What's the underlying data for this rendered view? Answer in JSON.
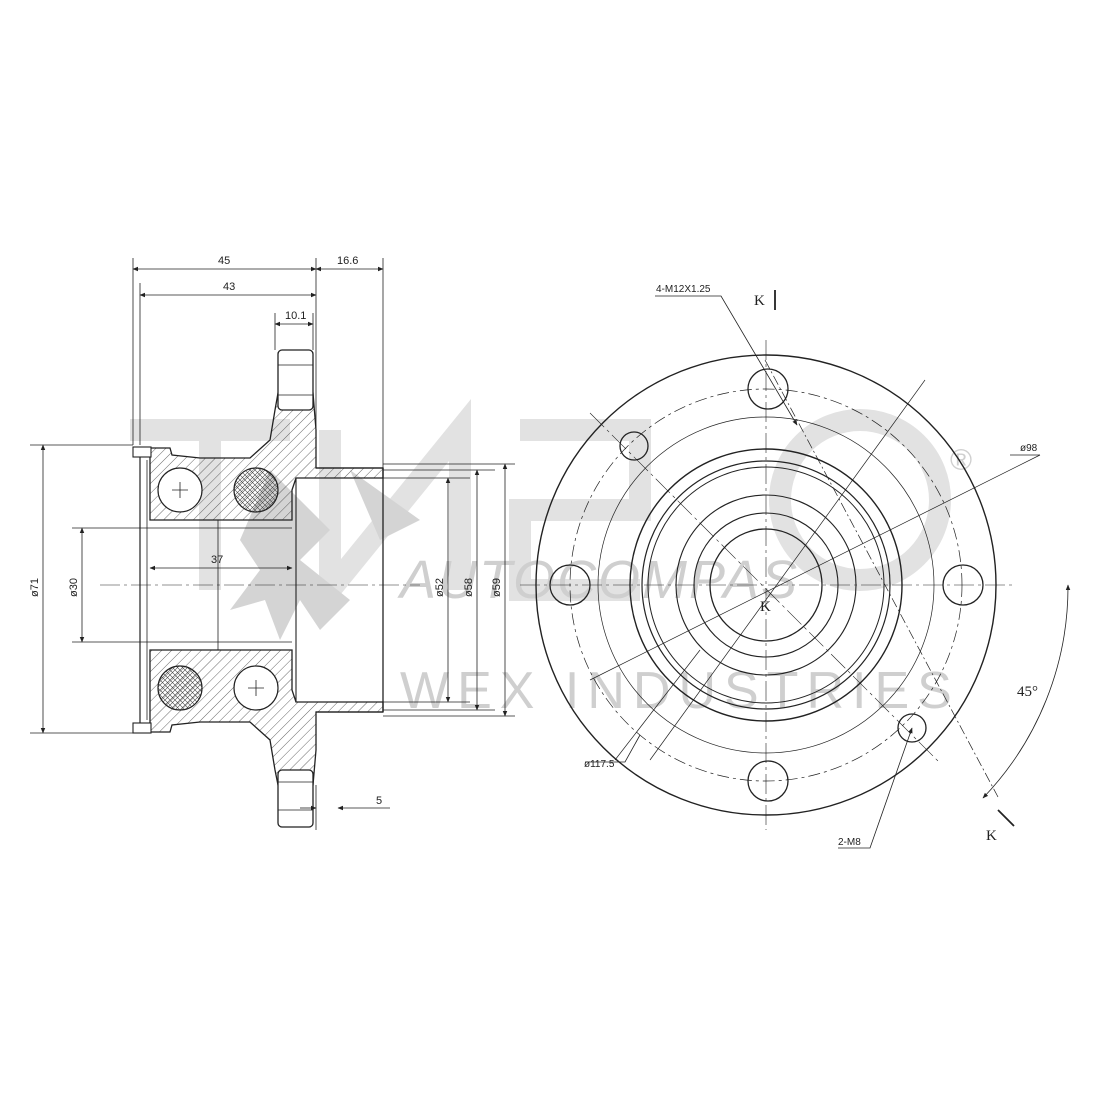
{
  "watermark": {
    "brand": "AUTOCOMPAS",
    "sub": "WEX INDUSTRIES",
    "registered": "®"
  },
  "side_view": {
    "dims": {
      "d45": "45",
      "d16_6": "16.6",
      "d43": "43",
      "d10_1": "10.1",
      "d37": "37",
      "d5": "5",
      "phi71": "ø71",
      "phi30": "ø30",
      "phi52": "ø52",
      "phi58": "ø58",
      "phi59": "ø59"
    }
  },
  "front_view": {
    "thread_main": "4-M12X1.25",
    "thread_aux": "2-M8",
    "pcd_inner": "ø98",
    "pcd_outer": "ø117.5",
    "angle": "45°",
    "section_top": "K",
    "section_bottom": "K",
    "center_mark": "K"
  }
}
